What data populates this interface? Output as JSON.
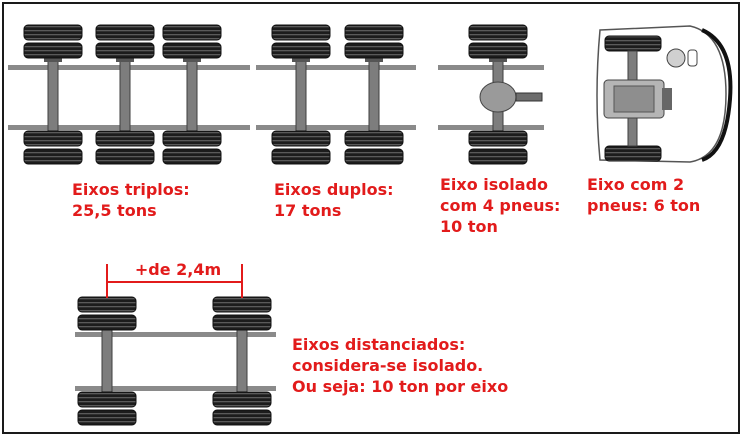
{
  "colors": {
    "caption": "#e21b1b",
    "tire": "#1c1c1c",
    "tread": "#555555",
    "axle": "#7d7d7d",
    "frame": "#1a1a1a"
  },
  "captions": {
    "triplos": {
      "line1": "Eixos triplos:",
      "line2": "25,5 tons"
    },
    "duplos": {
      "line1": "Eixos duplos:",
      "line2": "17 tons"
    },
    "isolado": {
      "line1": "Eixo isolado",
      "line2": "com 4 pneus:",
      "line3": "10 ton"
    },
    "dois_pneus": {
      "line1": "Eixo com 2",
      "line2": "pneus: 6 ton"
    },
    "distanciados": {
      "line1": "Eixos distanciados:",
      "line2": "considera-se isolado.",
      "line3": "Ou seja: 10 ton por eixo"
    }
  },
  "dimension": {
    "label": "+de 2,4m"
  }
}
